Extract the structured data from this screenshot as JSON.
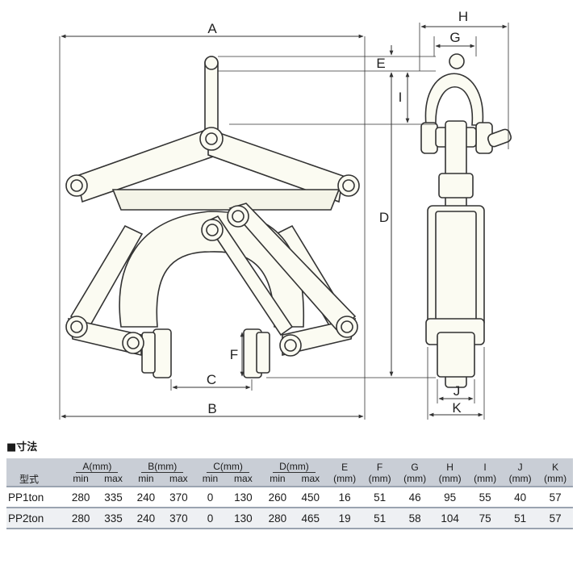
{
  "dim_labels": [
    "A",
    "B",
    "C",
    "D",
    "E",
    "F",
    "G",
    "H",
    "I",
    "J",
    "K"
  ],
  "section_title": "■寸法",
  "table": {
    "model_header": "型式",
    "groups": [
      {
        "label": "A(mm)"
      },
      {
        "label": "B(mm)"
      },
      {
        "label": "C(mm)"
      },
      {
        "label": "D(mm)"
      }
    ],
    "sub_min": "min",
    "sub_max": "max",
    "singles": [
      {
        "label": "E",
        "unit": "(mm)"
      },
      {
        "label": "F",
        "unit": "(mm)"
      },
      {
        "label": "G",
        "unit": "(mm)"
      },
      {
        "label": "H",
        "unit": "(mm)"
      },
      {
        "label": "I",
        "unit": "(mm)"
      },
      {
        "label": "J",
        "unit": "(mm)"
      },
      {
        "label": "K",
        "unit": "(mm)"
      }
    ],
    "rows": [
      {
        "model": "PP1ton",
        "cells": [
          "280",
          "335",
          "240",
          "370",
          "0",
          "130",
          "260",
          "450",
          "16",
          "51",
          "46",
          "95",
          "55",
          "40",
          "57"
        ]
      },
      {
        "model": "PP2ton",
        "cells": [
          "280",
          "335",
          "240",
          "370",
          "0",
          "130",
          "280",
          "465",
          "19",
          "51",
          "58",
          "104",
          "75",
          "51",
          "57"
        ]
      }
    ]
  }
}
